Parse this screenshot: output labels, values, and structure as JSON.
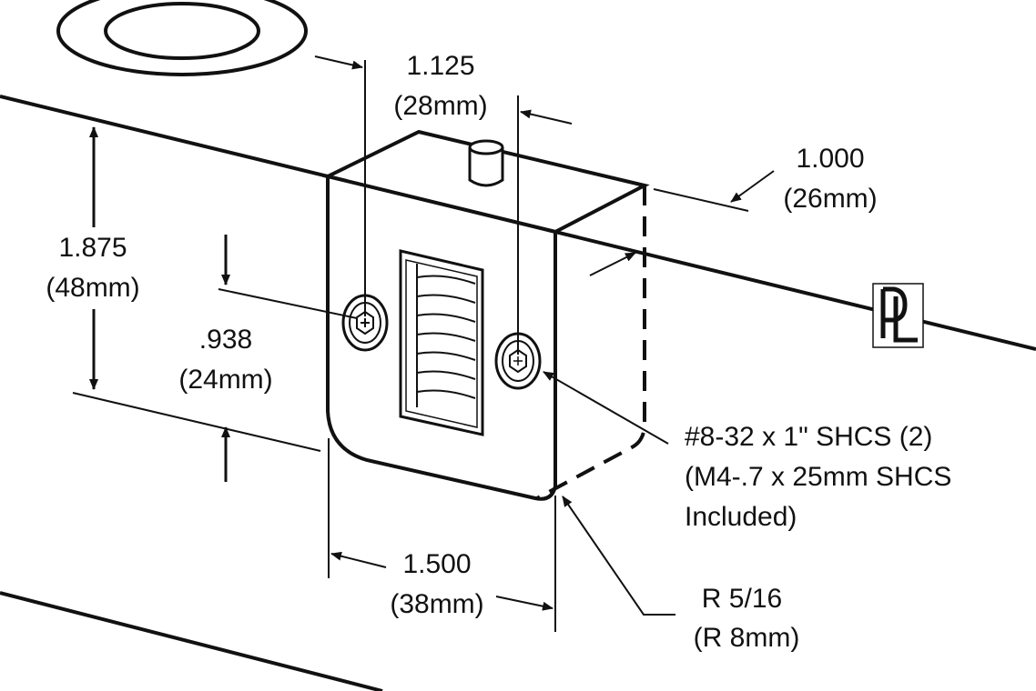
{
  "dimensions": {
    "hole_spacing": {
      "imperial": "1.125",
      "metric": "(28mm)"
    },
    "depth": {
      "imperial": "1.000",
      "metric": "(26mm)"
    },
    "height": {
      "imperial": "1.875",
      "metric": "(48mm)"
    },
    "hole_height": {
      "imperial": ".938",
      "metric": "(24mm)"
    },
    "width": {
      "imperial": "1.500",
      "metric": "(38mm)"
    },
    "radius": {
      "imperial": "R 5/16",
      "metric": "(R 8mm)"
    }
  },
  "screw_callout": {
    "line1": "#8-32 x 1\" SHCS (2)",
    "line2": "(M4-.7 x 25mm SHCS",
    "line3": "Included)"
  },
  "logo": {
    "text": "PL"
  },
  "colors": {
    "ink": "#111111",
    "background": "#ffffff"
  }
}
